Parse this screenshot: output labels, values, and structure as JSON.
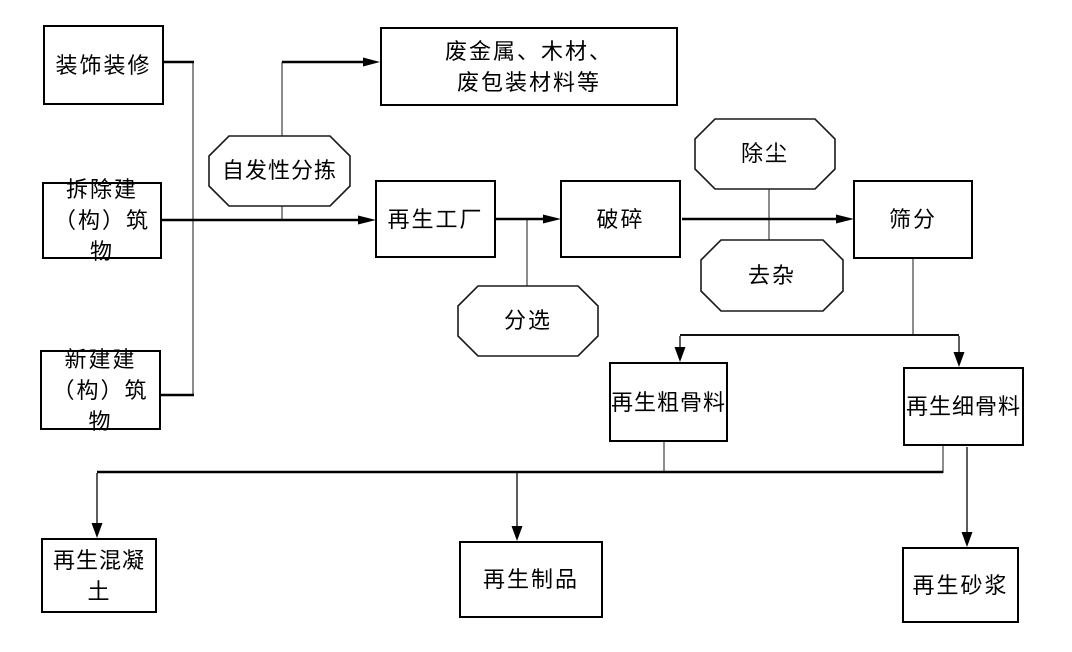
{
  "diagram": {
    "title": "construction-waste-recycling-flowchart",
    "background_color": "#ffffff",
    "line_color": "#000000",
    "nodes": {
      "decoration": {
        "shape": "rect",
        "label": "装饰装修"
      },
      "demolition": {
        "shape": "rect",
        "label": "拆除建\n（构）筑物"
      },
      "new_construction": {
        "shape": "rect",
        "label": "新建建\n（构）筑物"
      },
      "waste_materials": {
        "shape": "rect",
        "label": "废金属、木材、\n废包装材料等"
      },
      "spontaneous_sorting": {
        "shape": "octagon",
        "label": "自发性分拣"
      },
      "recycling_plant": {
        "shape": "rect",
        "label": "再生工厂"
      },
      "sorting": {
        "shape": "octagon",
        "label": "分选"
      },
      "crushing": {
        "shape": "rect",
        "label": "破碎"
      },
      "dust_removal": {
        "shape": "octagon",
        "label": "除尘"
      },
      "impurity_removal": {
        "shape": "octagon",
        "label": "去杂"
      },
      "screening": {
        "shape": "rect",
        "label": "筛分"
      },
      "coarse_aggregate": {
        "shape": "rect",
        "label": "再生粗骨料"
      },
      "fine_aggregate": {
        "shape": "rect",
        "label": "再生细骨料"
      },
      "recycled_concrete": {
        "shape": "rect",
        "label": "再生混凝土"
      },
      "recycled_products": {
        "shape": "rect",
        "label": "再生制品"
      },
      "recycled_mortar": {
        "shape": "rect",
        "label": "再生砂浆"
      }
    },
    "edges": [
      {
        "from": "decoration",
        "to": "main_collection_line",
        "arrow": false
      },
      {
        "from": "demolition",
        "to": "recycling_plant",
        "arrow": true
      },
      {
        "from": "new_construction",
        "to": "main_collection_line",
        "arrow": false
      },
      {
        "from": "spontaneous_sorting",
        "to": "main_collection_line",
        "arrow": false,
        "note": "process attached to collection line"
      },
      {
        "from": "spontaneous_sorting",
        "to": "waste_materials",
        "arrow": true
      },
      {
        "from": "recycling_plant",
        "to": "crushing",
        "arrow": true
      },
      {
        "from": "sorting",
        "to": "recycling_plant_crushing_line",
        "arrow": false,
        "note": "process attached below line"
      },
      {
        "from": "crushing",
        "to": "screening",
        "arrow": true
      },
      {
        "from": "dust_removal",
        "to": "crushing_screening_line",
        "arrow": false,
        "note": "process attached above line"
      },
      {
        "from": "impurity_removal",
        "to": "crushing_screening_line",
        "arrow": false,
        "note": "process attached below line"
      },
      {
        "from": "screening",
        "to": "coarse_aggregate",
        "arrow": true
      },
      {
        "from": "screening",
        "to": "fine_aggregate",
        "arrow": true
      },
      {
        "from": "coarse_aggregate",
        "to": "products_line",
        "arrow": false
      },
      {
        "from": "fine_aggregate",
        "to": "products_line",
        "arrow": false
      },
      {
        "from": "products_line",
        "to": "recycled_concrete",
        "arrow": true
      },
      {
        "from": "products_line",
        "to": "recycled_products",
        "arrow": true
      },
      {
        "from": "fine_aggregate",
        "to": "recycled_mortar",
        "arrow": true
      }
    ]
  }
}
